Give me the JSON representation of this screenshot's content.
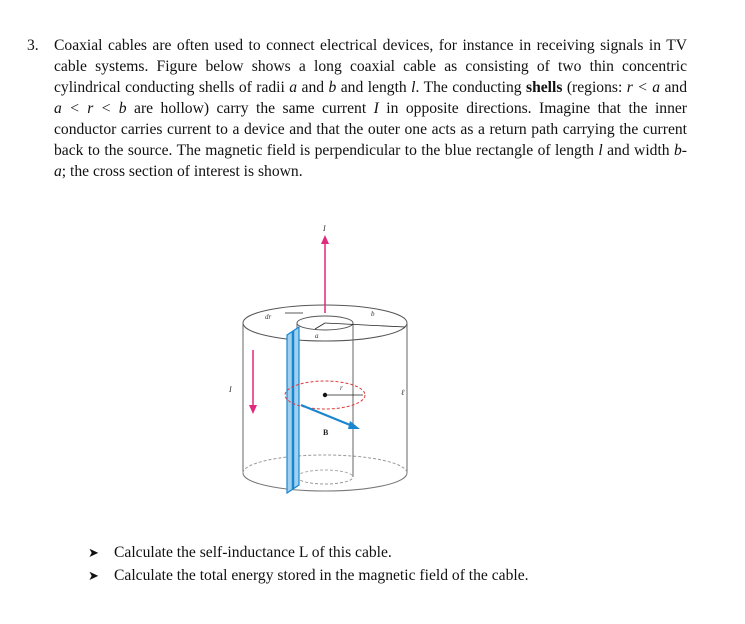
{
  "problem": {
    "number": "3.",
    "t1": "Coaxial cables are often used to connect electrical devices, for instance in receiving signals in TV cable systems. Figure below shows a long coaxial cable as consisting of two thin concentric cylindrical conducting shells of radii ",
    "t2": " and ",
    "t3": " and length ",
    "t4": ". The conducting ",
    "shells_bold": "shells",
    "t5": " (regions: ",
    "region1": "r < a",
    "t6": " and ",
    "region2": "a < r < b",
    "t7": " are hollow) carry the same current ",
    "t8": " in opposite directions. Imagine that the inner conductor carries current to a device and that the outer one acts as a return path carrying the current back to the source. The magnetic field is perpendicular to the blue rectangle of length ",
    "t9": " and width ",
    "width_expr": "b-a",
    "t10": "; the cross section of interest is shown.",
    "sym_a": "a",
    "sym_b": "b",
    "sym_l": "l",
    "sym_I": "I"
  },
  "figure": {
    "label_I_top": "I",
    "label_I_left": "I",
    "label_b": "b",
    "label_a": "a",
    "label_dr": "dr",
    "label_r": "r",
    "label_l": "ℓ",
    "label_B": "B",
    "colors": {
      "current_arrow": "#e0287f",
      "strip_fill": "#9fd0f0",
      "strip_edge": "#1a86d0",
      "field_loop": "#e03a3a",
      "b_vector": "#1a86d0"
    }
  },
  "tasks": [
    {
      "marker": "➤",
      "text": "Calculate the self-inductance L of this cable."
    },
    {
      "marker": "➤",
      "text": "Calculate the total energy stored in the magnetic field of the cable."
    }
  ]
}
